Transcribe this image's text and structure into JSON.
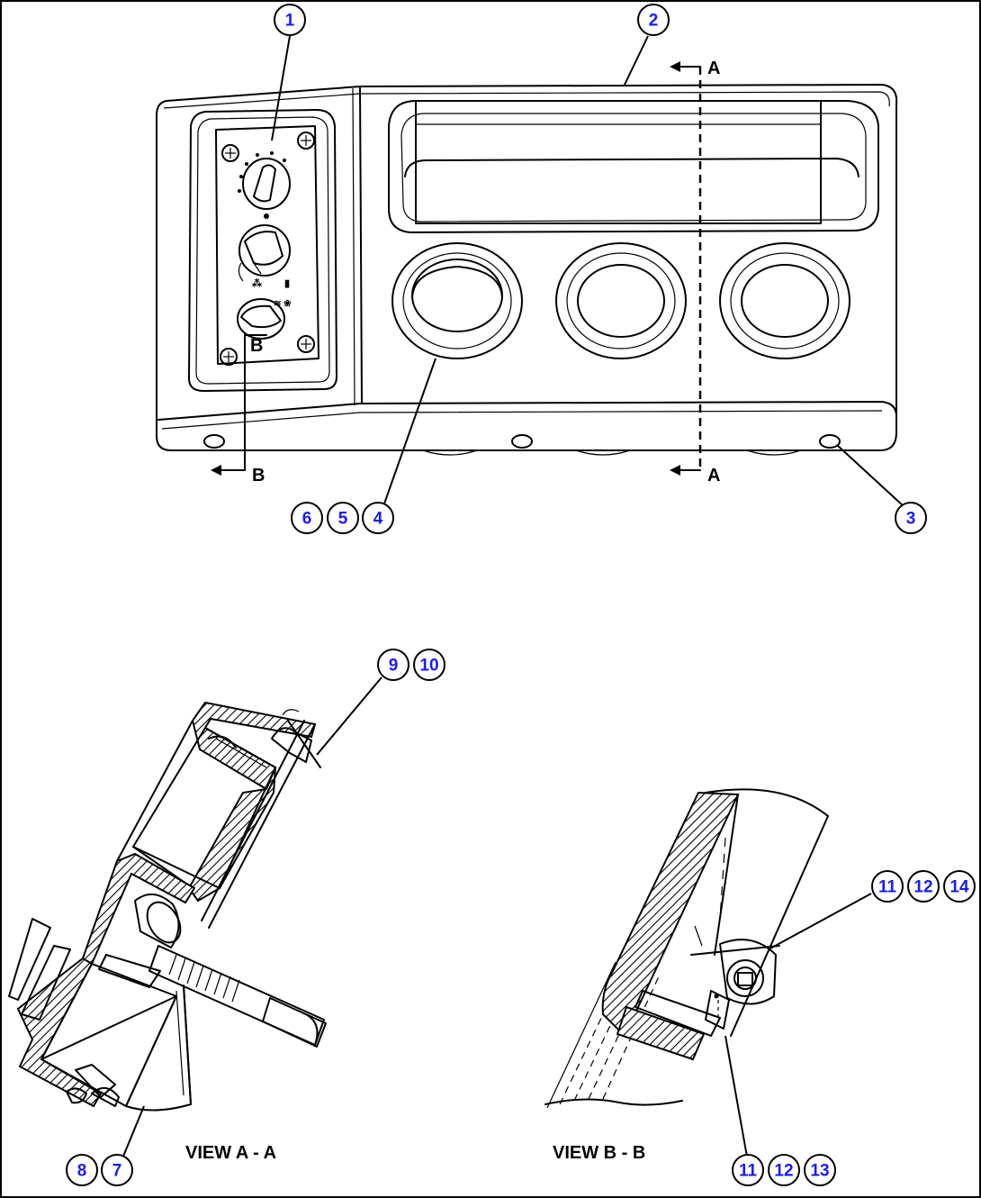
{
  "callouts": {
    "c1": "1",
    "c2": "2",
    "c3": "3",
    "c4": "4",
    "c5": "5",
    "c6": "6",
    "c7": "7",
    "c8": "8",
    "c9": "9",
    "c10": "10",
    "c11a": "11",
    "c12a": "12",
    "c14": "14",
    "c11b": "11",
    "c12b": "12",
    "c13": "13"
  },
  "section_marks": {
    "a_top": "A",
    "a_bottom": "A",
    "b_bottom": "B",
    "b_mid": "B"
  },
  "views": {
    "view_a": "VIEW A - A",
    "view_b": "VIEW B - B"
  },
  "colors": {
    "line": "#000000",
    "callout_text": "#1a1aff",
    "background": "#ffffff"
  }
}
